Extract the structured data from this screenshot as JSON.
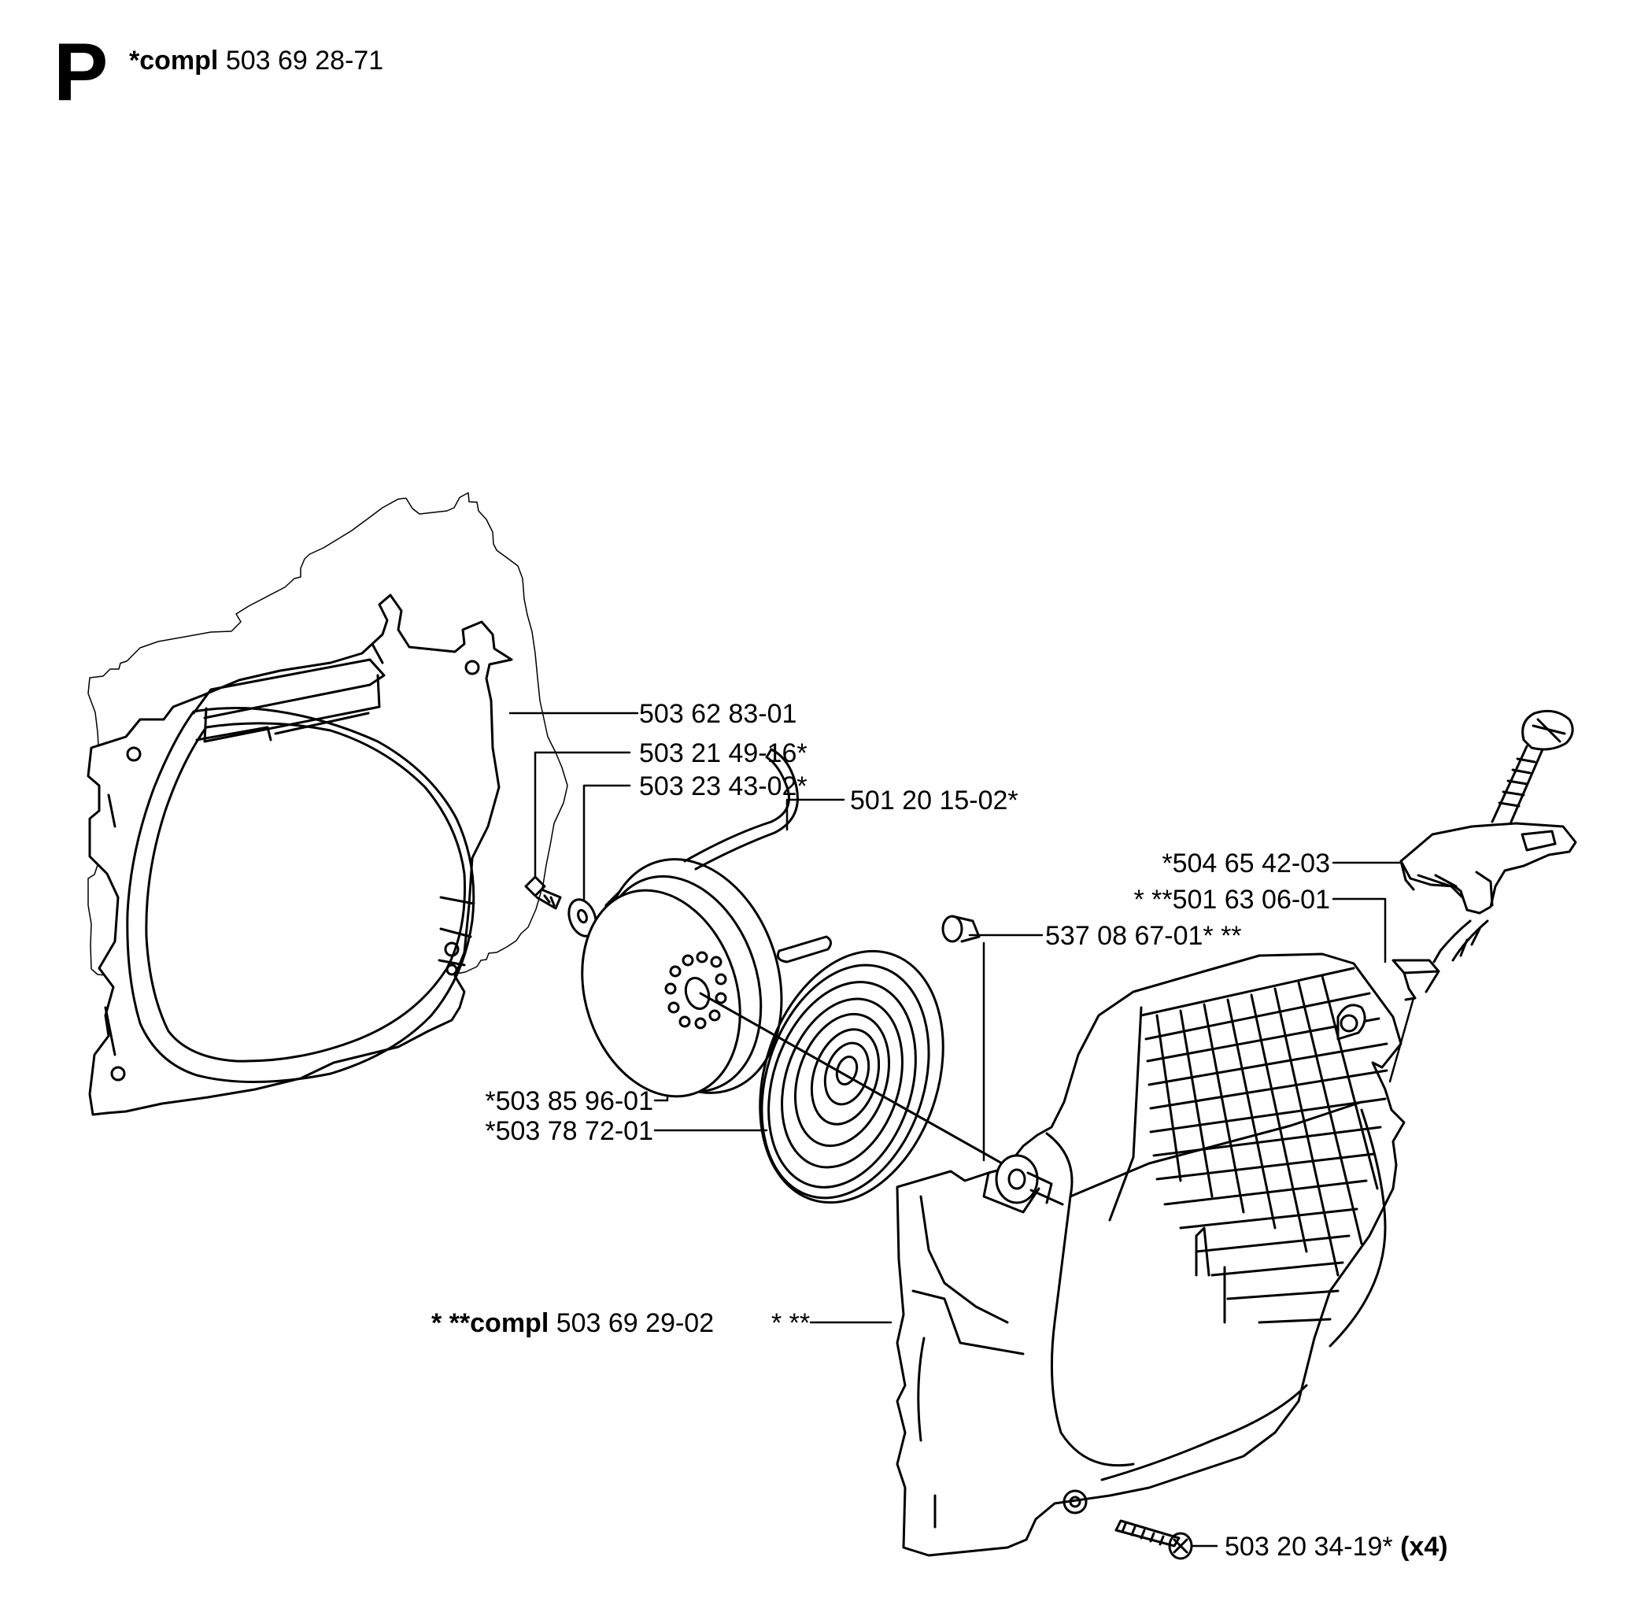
{
  "section": {
    "letter": "P"
  },
  "assembly": {
    "prefix": "*compl",
    "number": "503 69 28-71"
  },
  "callouts": {
    "fan_housing": "503 62 83-01",
    "screw_small": "503 21 49-16*",
    "washer": "503 23 43-02*",
    "starter_rope": "501 20 15-02*",
    "rope_pulley": "*503 85 96-01",
    "recoil_spring": "*503 78 72-01",
    "bushing": "537 08 67-01* **",
    "handle": "*504 65 42-03",
    "rope_guide": "* **501 63 06-01",
    "starter_cover": {
      "prefix": "* **compl",
      "number": "503 69 29-02",
      "marks": "* **"
    },
    "cover_screw": {
      "number": "503 20 34-19*",
      "qty": "(x4)"
    }
  }
}
